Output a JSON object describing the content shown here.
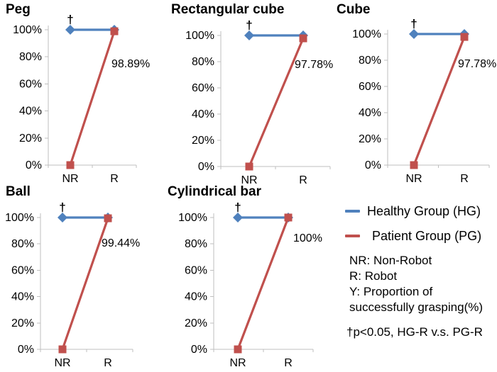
{
  "figure": {
    "background": "#ffffff",
    "colors": {
      "hg": "#4F81BD",
      "pg": "#C0504D",
      "axis": "#BFBFBF",
      "text": "#000000"
    },
    "legend": {
      "items": [
        {
          "id": "hg",
          "label": "Healthy Group (HG)",
          "color": "#4F81BD"
        },
        {
          "id": "pg",
          "label": "Patient Group (PG)",
          "color": "#C0504D"
        }
      ],
      "notes": [
        "NR: Non-Robot",
        "R: Robot",
        "Y: Proportion of",
        "successfully grasping(%)"
      ],
      "footnote": "†p<0.05, HG-R v.s. PG-R"
    }
  },
  "chart_data": [
    {
      "type": "line",
      "title": "Peg",
      "categories": [
        "NR",
        "R"
      ],
      "series": [
        {
          "name": "Healthy Group (HG)",
          "values": [
            100,
            100
          ]
        },
        {
          "name": "Patient Group (PG)",
          "values": [
            0,
            98.89
          ]
        }
      ],
      "data_label": "98.89%",
      "significance_marker": "†",
      "xlabel": "",
      "ylabel": "",
      "ylim": [
        0,
        100
      ],
      "yticks": [
        "0%",
        "20%",
        "40%",
        "60%",
        "80%",
        "100%"
      ],
      "grid": false
    },
    {
      "type": "line",
      "title": "Rectangular cube",
      "categories": [
        "NR",
        "R"
      ],
      "series": [
        {
          "name": "Healthy Group (HG)",
          "values": [
            100,
            100
          ]
        },
        {
          "name": "Patient Group (PG)",
          "values": [
            0,
            97.78
          ]
        }
      ],
      "data_label": "97.78%",
      "significance_marker": "†",
      "xlabel": "",
      "ylabel": "",
      "ylim": [
        0,
        100
      ],
      "yticks": [
        "0%",
        "20%",
        "40%",
        "60%",
        "80%",
        "100%"
      ],
      "grid": false
    },
    {
      "type": "line",
      "title": "Cube",
      "categories": [
        "NR",
        "R"
      ],
      "series": [
        {
          "name": "Healthy Group (HG)",
          "values": [
            100,
            100
          ]
        },
        {
          "name": "Patient Group (PG)",
          "values": [
            0,
            97.78
          ]
        }
      ],
      "data_label": "97.78%",
      "significance_marker": "†",
      "xlabel": "",
      "ylabel": "",
      "ylim": [
        0,
        100
      ],
      "yticks": [
        "0%",
        "20%",
        "40%",
        "60%",
        "80%",
        "100%"
      ],
      "grid": false
    },
    {
      "type": "line",
      "title": "Ball",
      "categories": [
        "NR",
        "R"
      ],
      "series": [
        {
          "name": "Healthy Group (HG)",
          "values": [
            100,
            100
          ]
        },
        {
          "name": "Patient Group (PG)",
          "values": [
            0,
            99.44
          ]
        }
      ],
      "data_label": "99.44%",
      "significance_marker": "†",
      "xlabel": "",
      "ylabel": "",
      "ylim": [
        0,
        100
      ],
      "yticks": [
        "0%",
        "20%",
        "40%",
        "60%",
        "80%",
        "100%"
      ],
      "grid": false
    },
    {
      "type": "line",
      "title": "Cylindrical bar",
      "categories": [
        "NR",
        "R"
      ],
      "series": [
        {
          "name": "Healthy Group (HG)",
          "values": [
            100,
            100
          ]
        },
        {
          "name": "Patient Group (PG)",
          "values": [
            0,
            100
          ]
        }
      ],
      "data_label": "100%",
      "significance_marker": "†",
      "xlabel": "",
      "ylabel": "",
      "ylim": [
        0,
        100
      ],
      "yticks": [
        "0%",
        "20%",
        "40%",
        "60%",
        "80%",
        "100%"
      ],
      "grid": false
    }
  ]
}
